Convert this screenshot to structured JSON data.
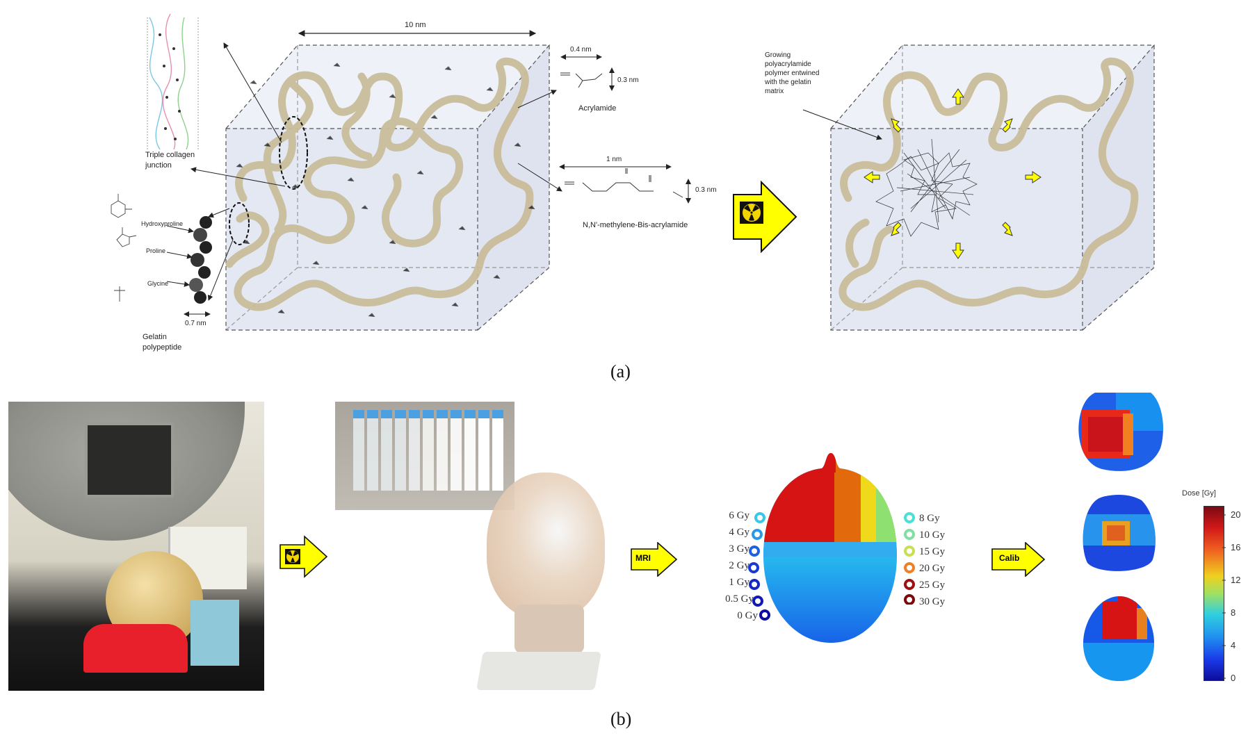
{
  "panel_a": {
    "label": "(a)",
    "cube_width_label": "10 nm",
    "collagen_label_line1": "Triple collagen",
    "collagen_label_line2": "junction",
    "aa_hydroxyproline": "Hydroxyproline",
    "aa_proline": "Proline",
    "aa_glycine": "Glycine",
    "polypeptide_width": "0.7 nm",
    "gelatin_label_line1": "Gelatin",
    "gelatin_label_line2": "polypeptide",
    "acrylamide_width": "0.4 nm",
    "acrylamide_height": "0.3 nm",
    "acrylamide_name": "Acrylamide",
    "bis_width": "1 nm",
    "bis_height": "0.3 nm",
    "bis_name": "N,N'-methylene-Bis-acrylamide",
    "growing_line1": "Growing",
    "growing_line2": "polyacrylamide",
    "growing_line3": "polymer entwined",
    "growing_line4": "with the gelatin",
    "growing_line5": "matrix"
  },
  "panel_b": {
    "label": "(b)",
    "mri_label": "MRI",
    "calib_label": "Calib",
    "doses_left": [
      "6 Gy",
      "4 Gy",
      "3 Gy",
      "2 Gy",
      "1 Gy",
      "0.5 Gy",
      "0 Gy"
    ],
    "doses_right": [
      "8 Gy",
      "10 Gy",
      "15 Gy",
      "20 Gy",
      "25 Gy",
      "30 Gy"
    ],
    "colorbar_title": "Dose [Gy]",
    "colorbar_ticks": [
      "20",
      "16",
      "12",
      "8",
      "4",
      "0"
    ]
  },
  "colors": {
    "arrow_yellow": "#ffff00",
    "gel_blue": "#e2e6f2",
    "strand": "#c9bd9a",
    "dose_red": "#c8141a",
    "dose_blue": "#1030d8"
  },
  "icons": [
    "radiation-icon"
  ]
}
